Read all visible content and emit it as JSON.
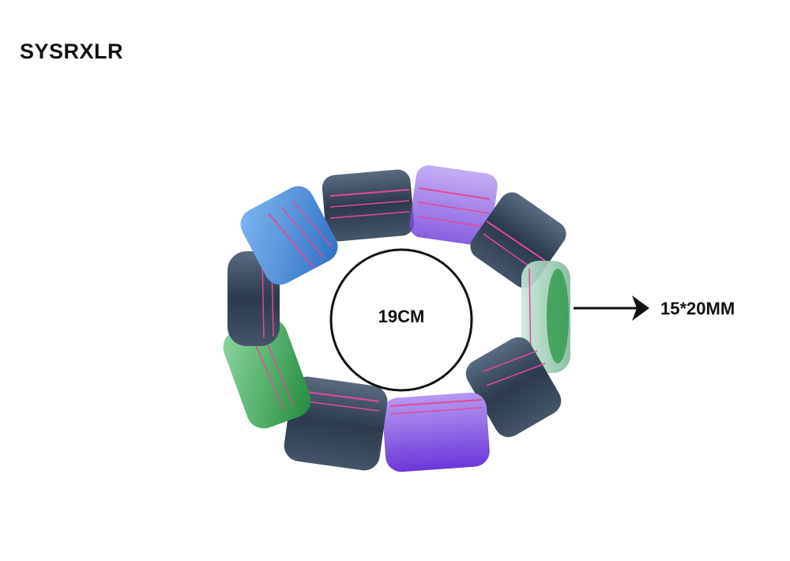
{
  "brand": {
    "name": "SYSRXLR"
  },
  "product": {
    "circumference_label": "19CM",
    "bead_size_label": "15*20MM"
  },
  "colors": {
    "background": "#ffffff",
    "text": "#111111",
    "bead_dark": "#3a4a5c",
    "bead_blue": "#4a8fd8",
    "bead_purple": "#8a5ce6",
    "bead_green": "#3aa85a",
    "stripe_pink": "#e04a9a"
  },
  "icons": {
    "arrow": "arrow-right-icon"
  }
}
